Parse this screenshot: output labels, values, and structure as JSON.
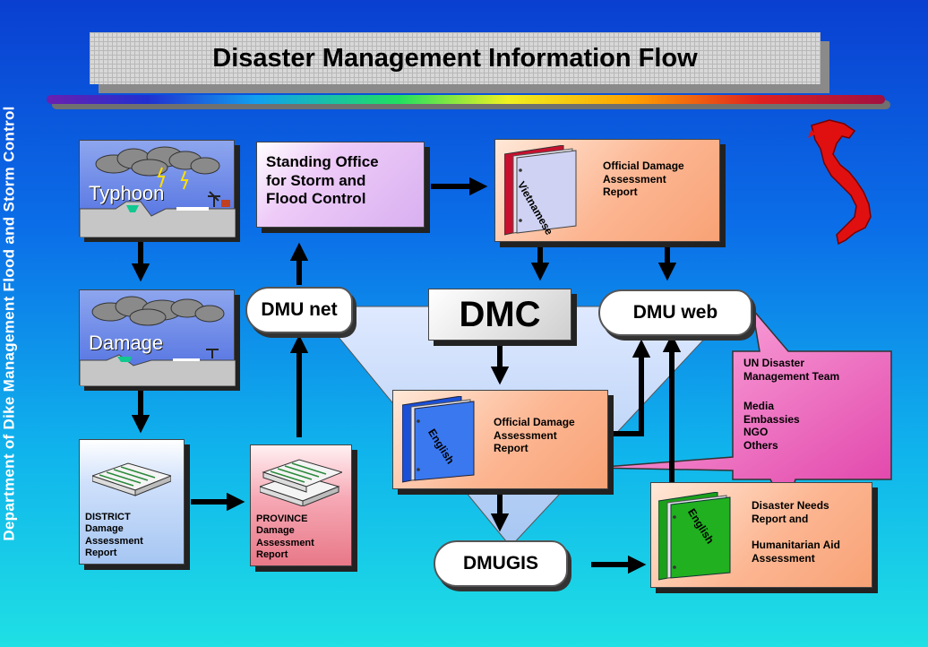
{
  "sidebar": {
    "text": "Department of Dike Management Flood and Storm Control"
  },
  "title": "Disaster Management Information Flow",
  "boxes": {
    "typhoon": "Typhoon",
    "damage": "Damage",
    "standing_office": "Standing Office\nfor Storm and\nFlood Control",
    "vn_report": {
      "binder": "Vietnamese",
      "label": "Official Damage\nAssessment\nReport"
    },
    "en_report": {
      "binder": "English",
      "label": "Official Damage\nAssessment\nReport"
    },
    "needs_report": {
      "binder": "English",
      "label": "Disaster Needs\nReport and\n\nHumanitarian Aid\nAssessment"
    },
    "district": "DISTRICT\nDamage\nAssessment\n Report",
    "province": "PROVINCE\nDamage\nAssessment\nReport",
    "dmc": "DMC"
  },
  "nodes": {
    "dmu_net": "DMU net",
    "dmu_web": "DMU web",
    "dmugis": "DMUGIS"
  },
  "callout": {
    "team": "UN Disaster\nManagement Team",
    "others": "Media\nEmbassies\nNGO\nOthers"
  },
  "colors": {
    "map": "#e01010",
    "pink_callout": "#f060b8",
    "lavender": "#eecbf8",
    "salmon": "#f8a276",
    "binder_red": "#c8102e",
    "binder_blue": "#1a4fd8",
    "binder_green": "#1aa01a"
  }
}
